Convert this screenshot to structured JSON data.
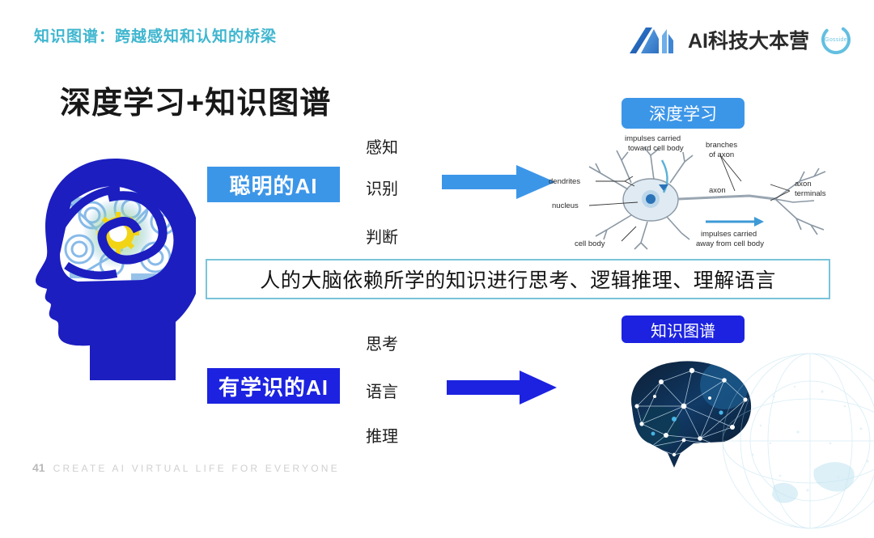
{
  "header": {
    "title": "知识图谱：跨越感知和认知的桥梁",
    "title_color": "#3fb6cf"
  },
  "brand": {
    "logo_icon": "ai-mountain-logo-icon",
    "name": "AI科技大本营",
    "badge_icon": "gosside-circle-badge-icon",
    "badge_text": "Gosside"
  },
  "main": {
    "title": "深度学习+知识图谱",
    "head_figure_icon": "head-with-gears-brain-icon",
    "chips": [
      {
        "label": "聪明的AI",
        "color": "#3c96e8"
      },
      {
        "label": "有学识的AI",
        "color": "#1c22e0"
      }
    ],
    "keywords_top": [
      "感知",
      "识别",
      "判断"
    ],
    "keywords_bottom": [
      "思考",
      "语言",
      "推理"
    ],
    "arrows": [
      {
        "icon": "right-arrow-icon",
        "color": "#3c96e8"
      },
      {
        "icon": "right-arrow-icon",
        "color": "#1c22e0"
      }
    ],
    "pills": [
      {
        "label": "深度学习",
        "color": "#3c96e8"
      },
      {
        "label": "知识图谱",
        "color": "#1c22e0"
      }
    ],
    "banner_text": "人的大脑依赖所学的知识进行思考、逻辑推理、理解语言",
    "banner_border_color": "#79c3da"
  },
  "neuron_diagram": {
    "icon": "neuron-cell-diagram",
    "labels": {
      "impulses_toward": "impulses carried\ntoward cell body",
      "impulses_toward_line1": "impulses carried",
      "impulses_toward_line2": "toward cell body",
      "dendrites": "dendrites",
      "branches_line1": "branches",
      "branches_line2": "of axon",
      "nucleus": "nucleus",
      "axon": "axon",
      "axon_terminals_line1": "axon",
      "axon_terminals_line2": "terminals",
      "impulses_away_line1": "impulses carried",
      "impulses_away_line2": "away from cell body",
      "cell_body": "cell body"
    }
  },
  "kg_brain": {
    "icon": "network-brain-image"
  },
  "globe": {
    "icon": "globe-watermark-icon"
  },
  "footer": {
    "page_number": "41",
    "tagline": "CREATE AI VIRTUAL LIFE FOR EVERYONE"
  }
}
